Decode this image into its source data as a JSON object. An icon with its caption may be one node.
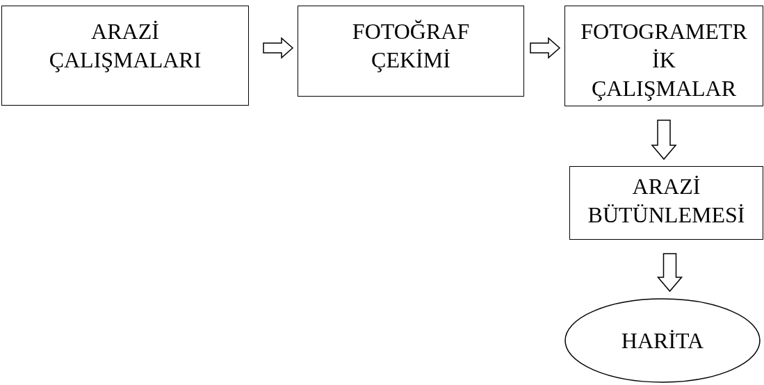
{
  "diagram": {
    "nodes": [
      {
        "text": [
          "ARAZİ ÇALIŞMALARI"
        ]
      },
      {
        "text": [
          "FOTOĞRAF ÇEKİMİ"
        ]
      },
      {
        "text": [
          "FOTOGRAMETRİK ÇALIŞMALAR"
        ]
      },
      {
        "text": [
          "ARAZİ BÜTÜNLEMESİ"
        ]
      },
      {
        "text": [
          "HARİTA"
        ]
      }
    ],
    "edges": [
      {
        "from": 0,
        "to": 1,
        "arrow": "to"
      },
      {
        "from": 1,
        "to": 2,
        "arrow": "to"
      },
      {
        "from": 2,
        "to": 3,
        "arrow": "to"
      },
      {
        "from": 3,
        "to": 4,
        "arrow": "to"
      }
    ]
  }
}
